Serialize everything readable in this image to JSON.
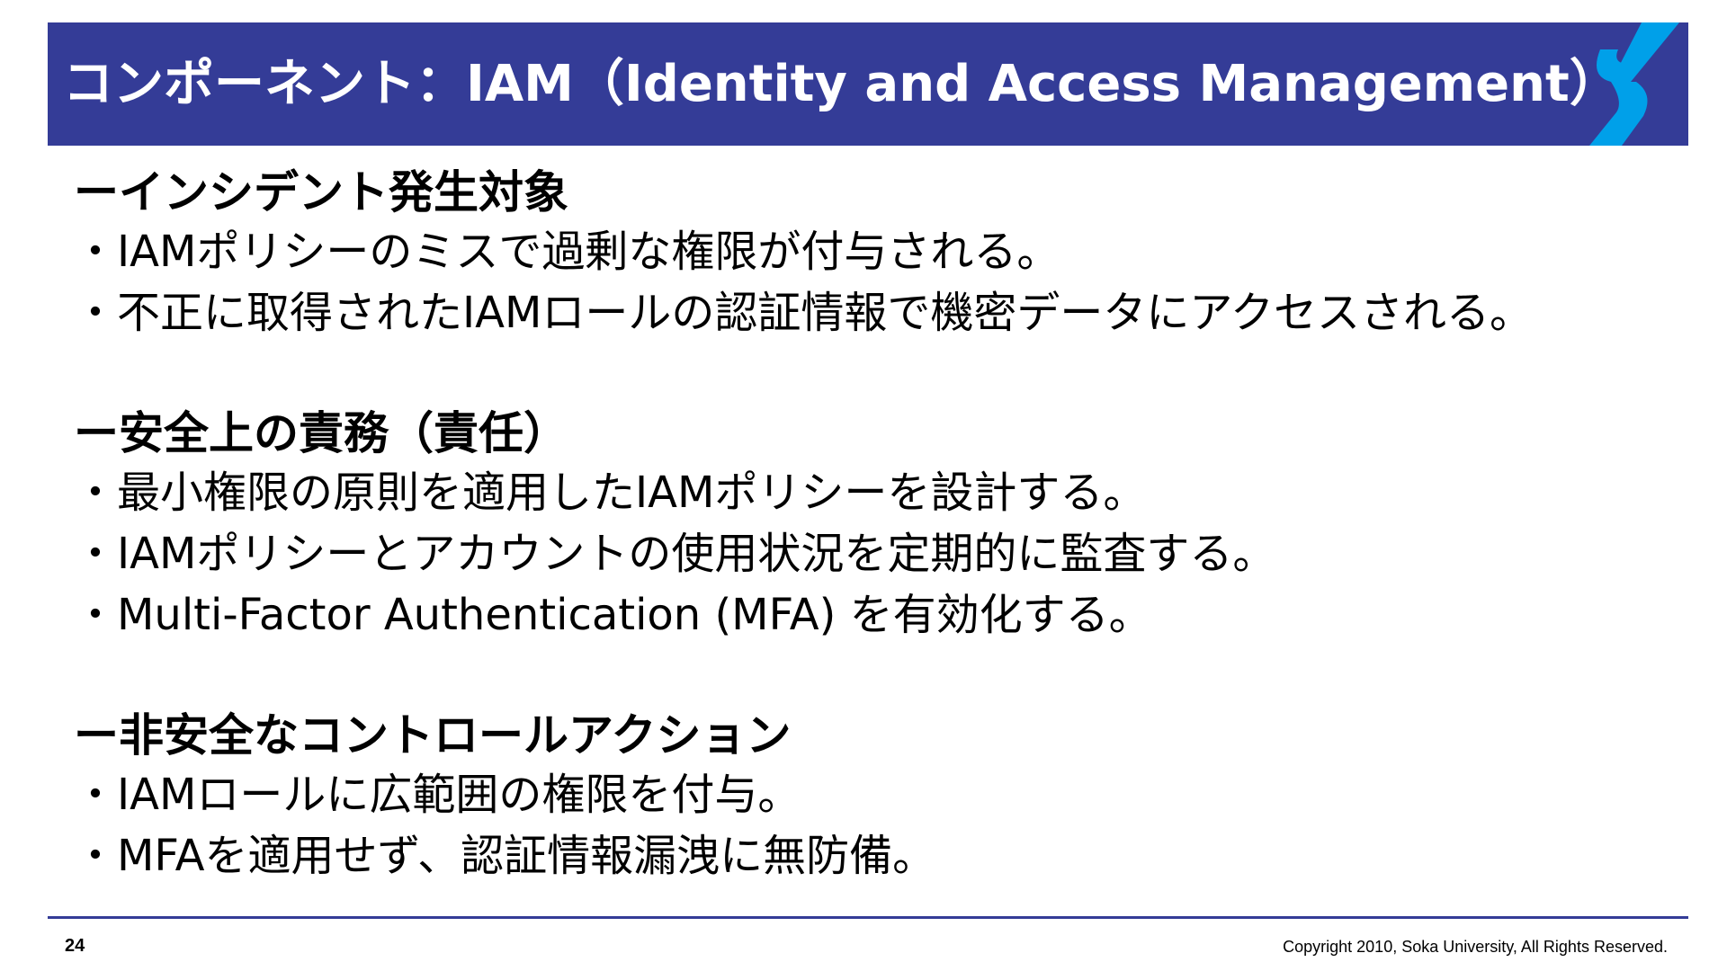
{
  "header": {
    "title": "コンポーネント：IAM（Identity and Access Management）",
    "logo_icon": "soka-s-logo-icon",
    "colors": {
      "bar": "#343c97",
      "logo_primary": "#00a0e9",
      "logo_secondary": "#5bc4f1"
    }
  },
  "sections": [
    {
      "heading": "ーインシデント発生対象",
      "bullets": [
        "・IAMポリシーのミスで過剰な権限が付与される。",
        "・不正に取得されたIAMロールの認証情報で機密データにアクセスされる。"
      ]
    },
    {
      "heading": "ー安全上の責務（責任）",
      "bullets": [
        "・最小権限の原則を適用したIAMポリシーを設計する。",
        "・IAMポリシーとアカウントの使用状況を定期的に監査する。",
        "・Multi-Factor Authentication (MFA) を有効化する。"
      ]
    },
    {
      "heading": "ー非安全なコントロールアクション",
      "bullets": [
        "・IAMロールに広範囲の権限を付与。",
        "・MFAを適用せず、認証情報漏洩に無防備。"
      ]
    }
  ],
  "footer": {
    "page_number": "24",
    "copyright": "Copyright 2010, Soka University, All Rights Reserved."
  }
}
